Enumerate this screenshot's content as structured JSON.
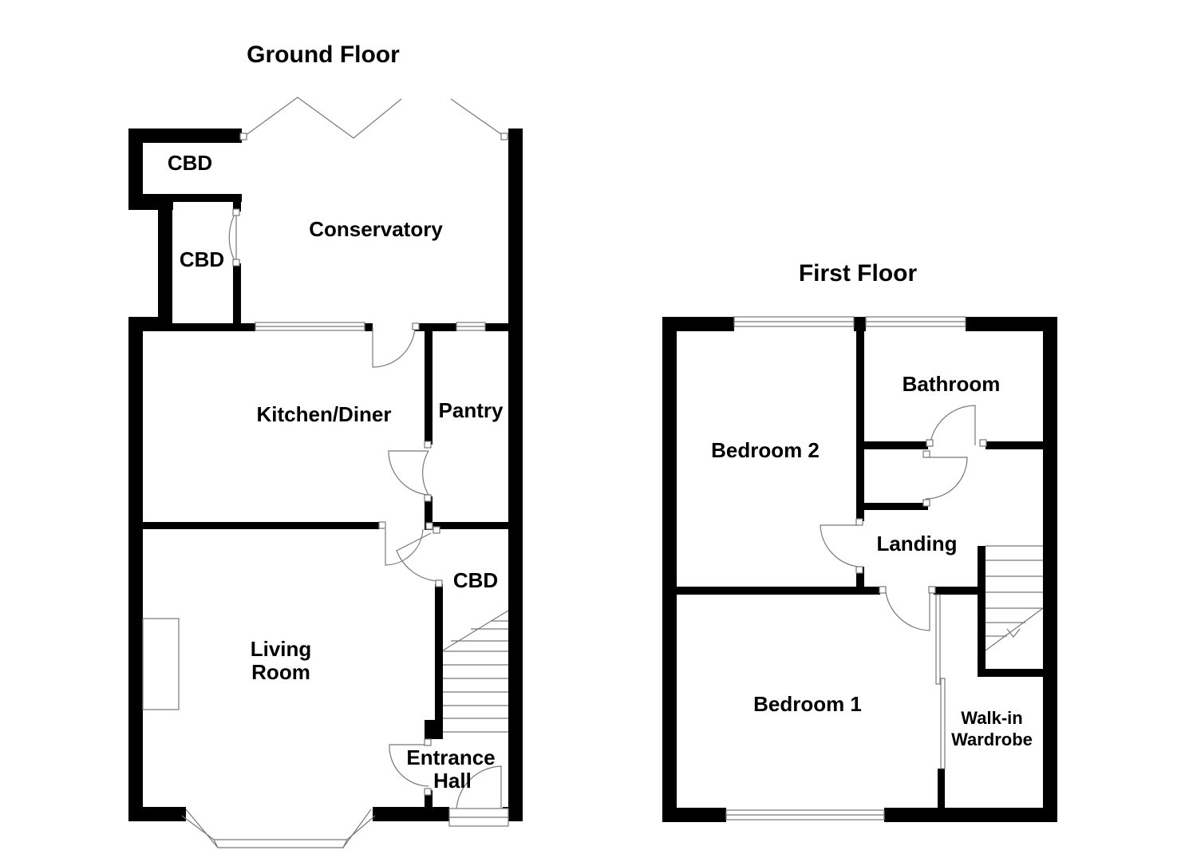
{
  "floors": {
    "ground": {
      "title": "Ground Floor",
      "rooms": {
        "cbd_top": "CBD",
        "conservatory": "Conservatory",
        "cbd_left": "CBD",
        "kitchen": "Kitchen/Diner",
        "pantry": "Pantry",
        "cbd_hall": "CBD",
        "living_line1": "Living",
        "living_line2": "Room",
        "entrance_line1": "Entrance",
        "entrance_line2": "Hall"
      }
    },
    "first": {
      "title": "First Floor",
      "rooms": {
        "bathroom": "Bathroom",
        "bedroom2": "Bedroom 2",
        "landing": "Landing",
        "bedroom1": "Bedroom 1",
        "wardrobe_line1": "Walk-in",
        "wardrobe_line2": "Wardrobe"
      }
    }
  }
}
